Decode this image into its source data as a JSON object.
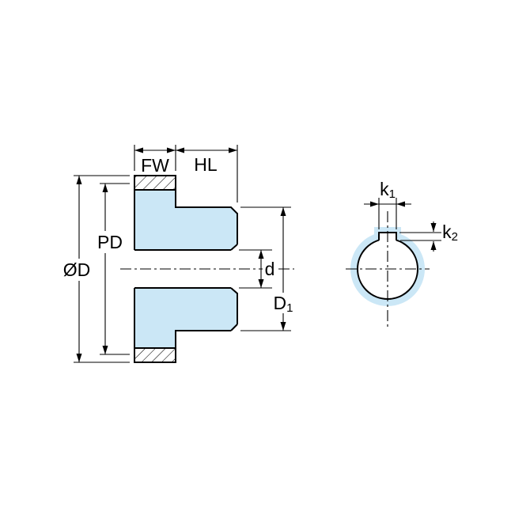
{
  "diagram": {
    "colors": {
      "part_fill": "#cbe7f6",
      "line": "#000000",
      "background": "#ffffff"
    },
    "side_view": {
      "face_width": "FW",
      "hub_length": "HL",
      "pitch_diameter": "PD",
      "outside_diameter": "ØD",
      "bore_diameter": "d",
      "hub_diameter": {
        "main": "D",
        "sub": "1"
      }
    },
    "end_view": {
      "keyway_width": {
        "main": "k",
        "sub": "1"
      },
      "keyway_depth": {
        "main": "k",
        "sub": "2"
      }
    }
  }
}
